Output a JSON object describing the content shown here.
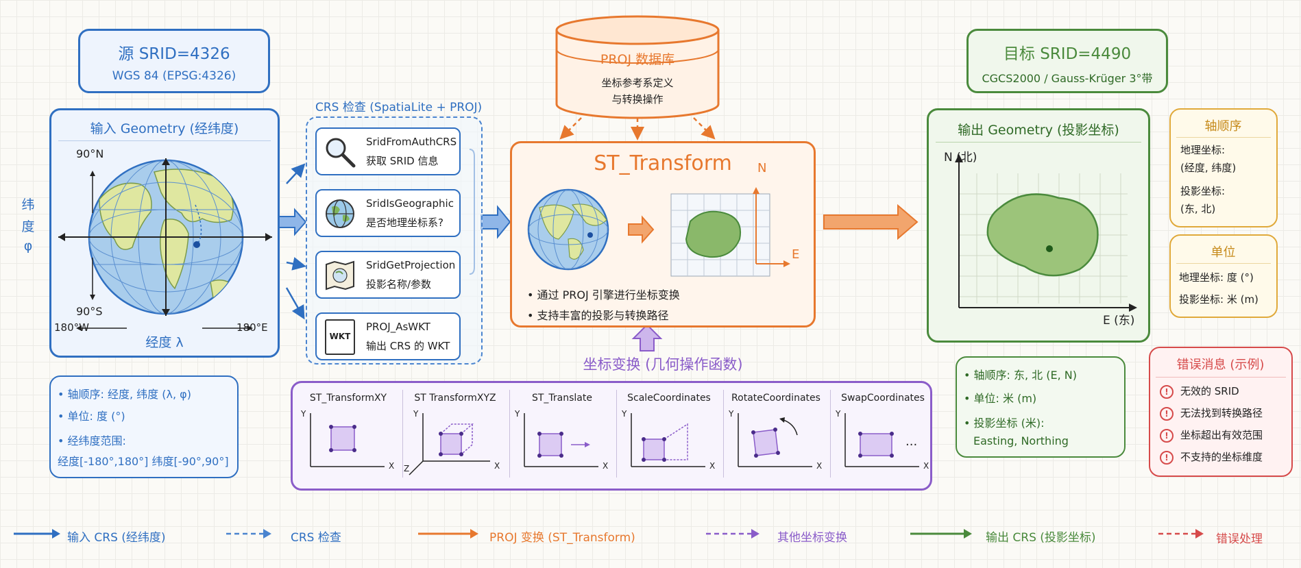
{
  "source": {
    "title": "源 SRID=4326",
    "subtitle": "WGS 84 (EPSG:4326)"
  },
  "target": {
    "title": "目标 SRID=4490",
    "subtitle": "CGCS2000 / Gauss-Krüger 3°带"
  },
  "proj_db": {
    "title": "PROJ 数据库",
    "line1": "坐标参考系定义",
    "line2": "与转换操作"
  },
  "input": {
    "title": "输入 Geometry (经纬度)",
    "lat_n": "90°N",
    "lat_s": "90°S",
    "lon_w": "180°W",
    "lon_e": "180°E",
    "lon_axis": "经度 λ",
    "lat_axis_1": "纬",
    "lat_axis_2": "度",
    "lat_axis_3": "φ"
  },
  "input_notes": {
    "l1": "• 轴顺序: 经度, 纬度 (λ, φ)",
    "l2": "• 单位: 度 (°)",
    "l3": "• 经纬度范围:",
    "l4": "经度[-180°,180°]  纬度[-90°,90°]"
  },
  "crs": {
    "title": "CRS 检查 (SpatiaLite + PROJ)",
    "items": [
      {
        "fn": "SridFromAuthCRS",
        "desc": "获取 SRID 信息",
        "icon": "magnifier-icon"
      },
      {
        "fn": "SridIsGeographic",
        "desc": "是否地理坐标系?",
        "icon": "globe-icon"
      },
      {
        "fn": "SridGetProjection",
        "desc": "投影名称/参数",
        "icon": "map-icon"
      },
      {
        "fn": "PROJ_AsWKT",
        "desc": "输出 CRS 的 WKT",
        "icon": "wkt-document-icon",
        "badge": "WKT"
      }
    ]
  },
  "transform": {
    "title": "ST_Transform",
    "n_label": "N",
    "e_label": "E",
    "bullet1": "• 通过 PROJ 引擎进行坐标变换",
    "bullet2": "• 支持丰富的投影与转换路径"
  },
  "coord_ops": {
    "title": "坐标变换 (几何操作函数)",
    "functions": [
      "ST_TransformXY",
      "ST TransformXYZ",
      "ST_Translate",
      "ScaleCoordinates",
      "RotateCoordinates",
      "SwapCoordinates"
    ],
    "x": "X",
    "y": "Y",
    "z": "Z",
    "more": "···"
  },
  "output": {
    "title": "输出 Geometry (投影坐标)",
    "n_axis": "N (北)",
    "e_axis": "E (东)"
  },
  "output_notes": {
    "l1": "• 轴顺序: 东, 北 (E, N)",
    "l2": "• 单位: 米 (m)",
    "l3": "• 投影坐标 (米):",
    "l4": "Easting, Northing"
  },
  "axis_order": {
    "title": "轴顺序",
    "l1": "地理坐标:",
    "l2": "(经度, 纬度)",
    "l3": "投影坐标:",
    "l4": "(东, 北)"
  },
  "units": {
    "title": "单位",
    "l1": "地理坐标: 度 (°)",
    "l2": "投影坐标: 米 (m)"
  },
  "errors": {
    "title": "错误消息 (示例)",
    "mark": "!",
    "items": [
      "无效的 SRID",
      "无法找到转换路径",
      "坐标超出有效范围",
      "不支持的坐标维度"
    ]
  },
  "legend": {
    "input": "输入 CRS (经纬度)",
    "check": "CRS 检查",
    "proj": "PROJ 变换 (ST_Transform)",
    "other": "其他坐标变换",
    "output": "输出 CRS (投影坐标)",
    "error": "错误处理"
  },
  "colors": {
    "blue": "#2f6fc1",
    "orange": "#e7782e",
    "green": "#4a8a3c",
    "purple": "#8a5cc9",
    "red": "#d64a4a",
    "yellow": "#e0a93a"
  }
}
